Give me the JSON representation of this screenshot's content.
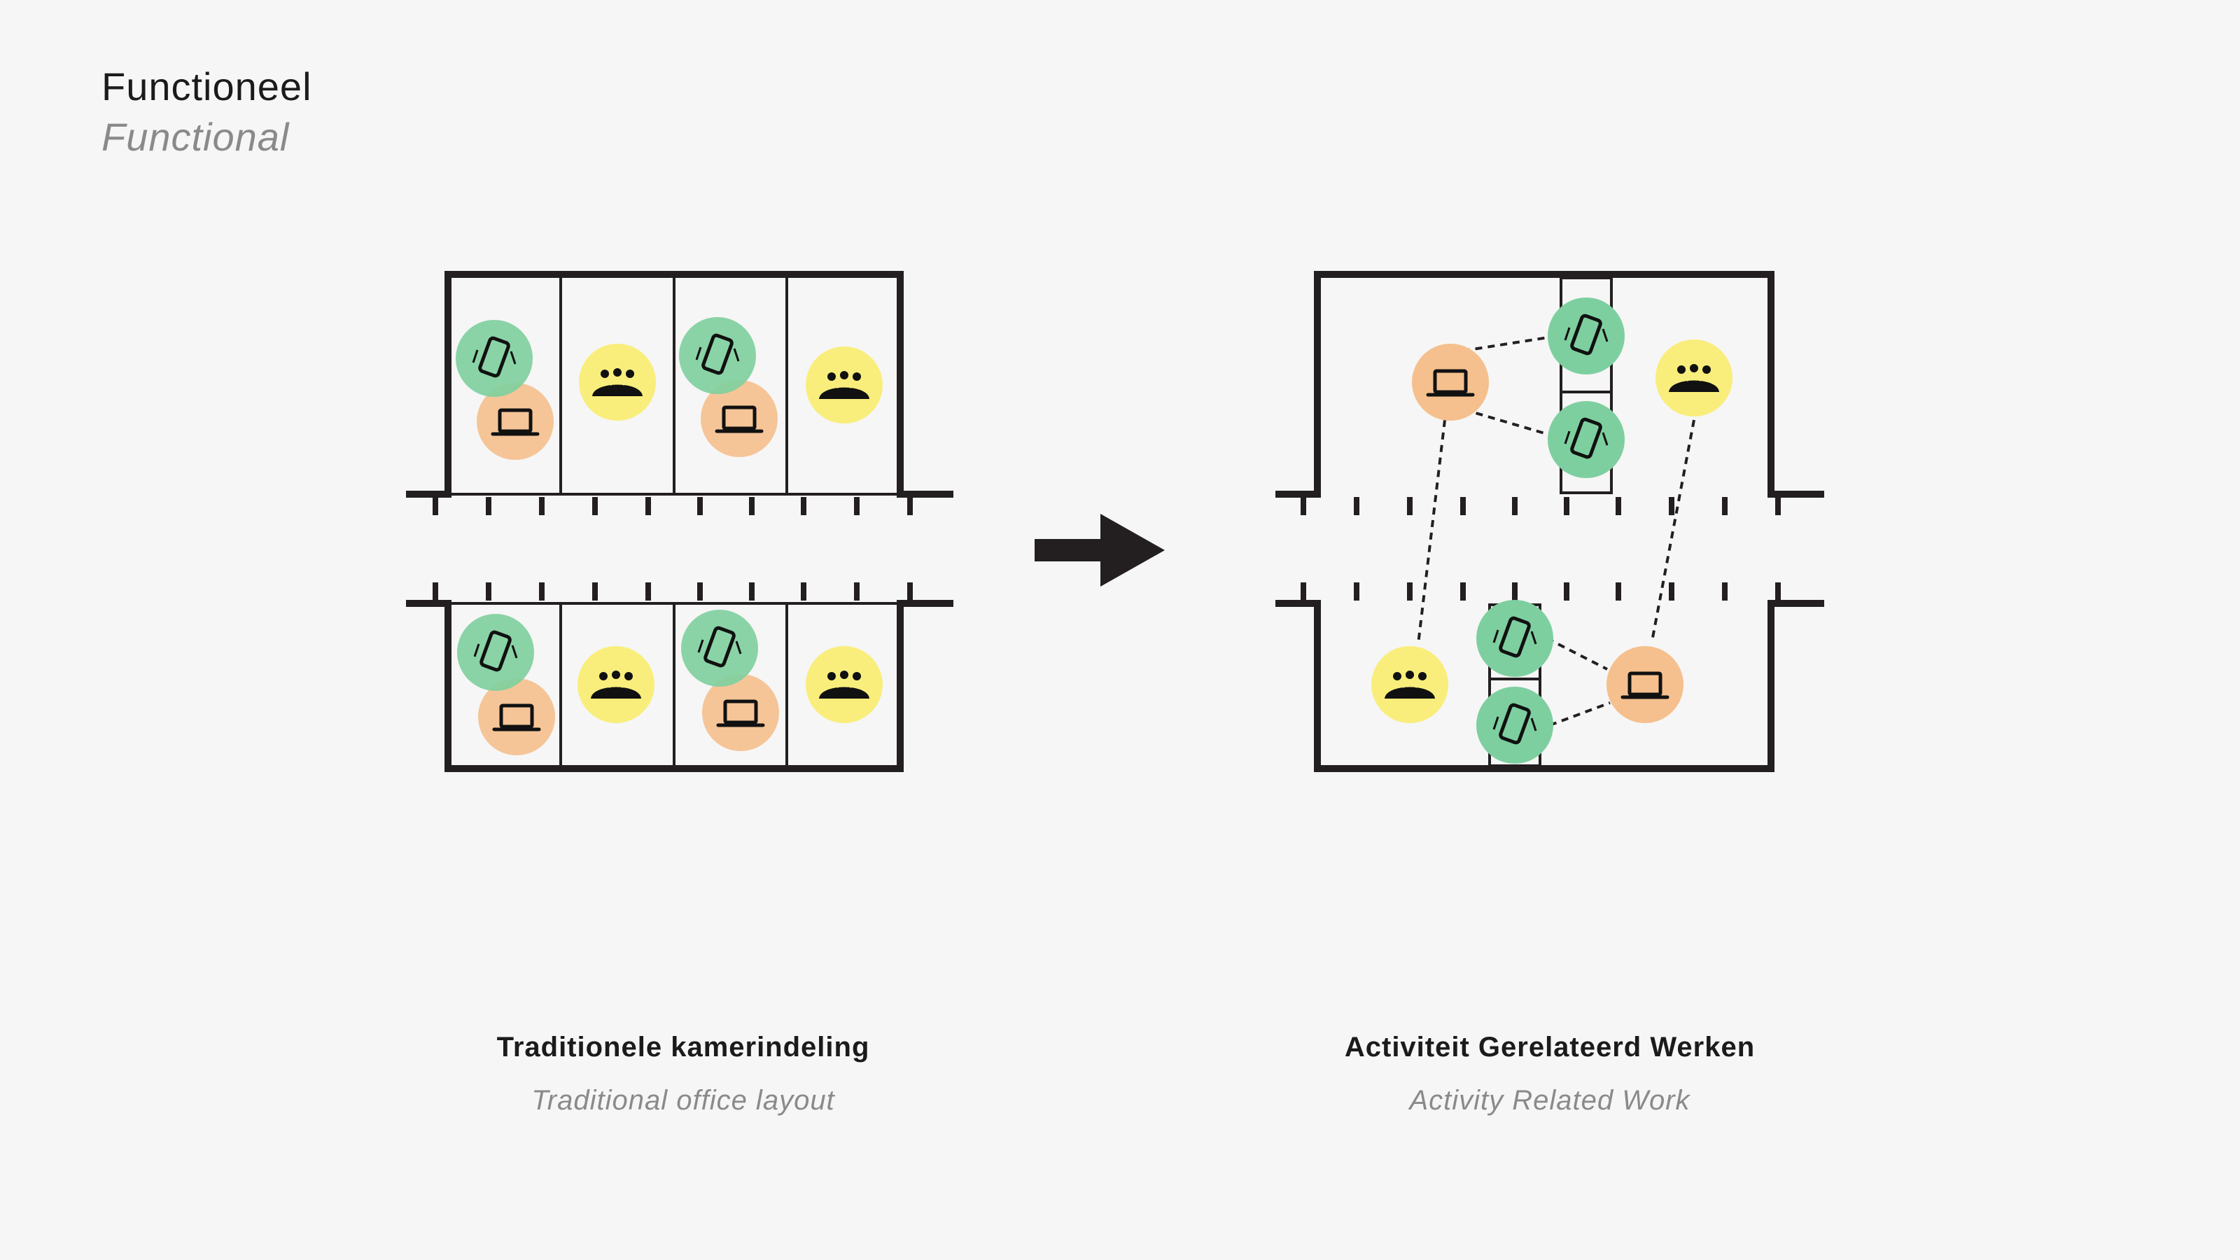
{
  "header": {
    "title": "Functioneel",
    "subtitle": "Functional"
  },
  "left_panel": {
    "title": "Traditionele kamerindeling",
    "subtitle": "Traditional office layout"
  },
  "right_panel": {
    "title": "Activiteit Gerelateerd Werken",
    "subtitle": "Activity Related Work"
  },
  "legend_icons": {
    "phone": "phone-icon",
    "laptop": "laptop-icon",
    "meeting": "group-icon"
  },
  "colors": {
    "background": "#f6f6f6",
    "wall": "#231f20",
    "phone_circle": "#7ecf9f",
    "laptop_circle": "#f5c08e",
    "meeting_circle": "#f9ee7c",
    "caption_gray": "#8a8a8a"
  }
}
